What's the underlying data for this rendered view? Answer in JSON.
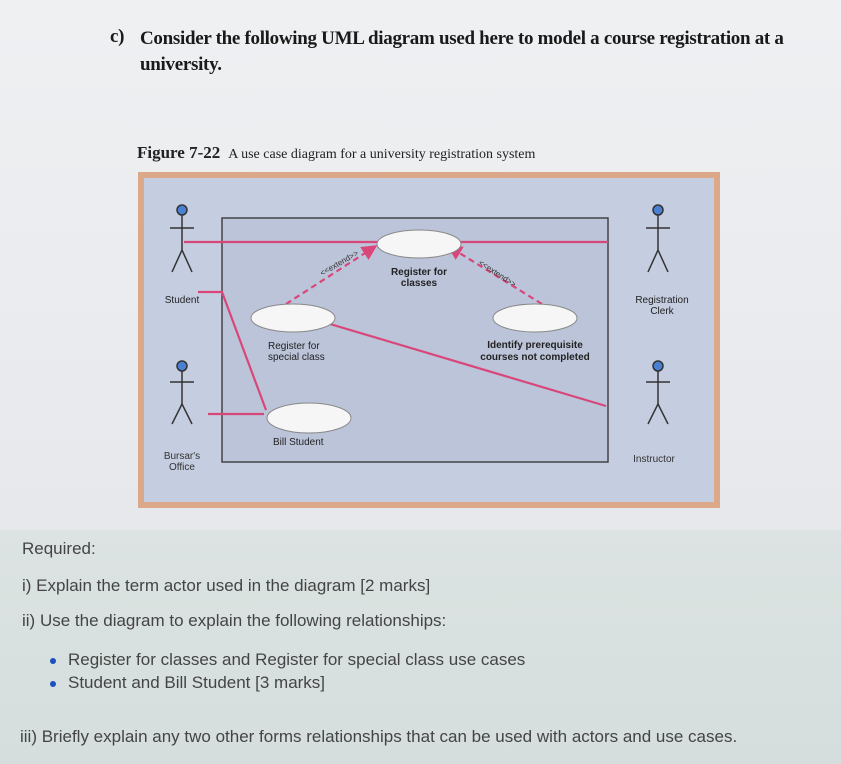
{
  "question": {
    "label": "c)",
    "text": "Consider the following UML diagram used here to model a course registration at a university."
  },
  "figure": {
    "number": "Figure 7-22",
    "caption": "A use case diagram for a university registration system",
    "actors": {
      "student": "Student",
      "bursars_office": [
        "Bursar's",
        "Office"
      ],
      "registration_clerk": [
        "Registration",
        "Clerk"
      ],
      "instructor": "Instructor"
    },
    "use_cases": {
      "register_for_classes": [
        "Register for",
        "classes"
      ],
      "register_special": [
        "Register for",
        "special class"
      ],
      "identify_prereq": [
        "Identify prerequisite",
        "courses not completed"
      ],
      "bill_student": "Bill Student"
    },
    "stereotypes": {
      "extend_left": "<<extend>>",
      "extend_right": "<<extend>>"
    },
    "colors": {
      "frame": "#dba88a",
      "system_box": "#c2c9dc",
      "association": "#d9477a",
      "extend": "#d9477a",
      "use_case": "#f6f6f6"
    }
  },
  "required": {
    "heading": "Required:",
    "q1": "i) Explain the term actor used in the diagram [2 marks]",
    "q2": "ii) Use the diagram to explain the following relationships:",
    "bullets": [
      "Register for classes and Register for special class use cases",
      "Student and Bill Student [3 marks]"
    ],
    "q3": "iii) Briefly explain any two other forms relationships that can be used with actors and use cases."
  }
}
